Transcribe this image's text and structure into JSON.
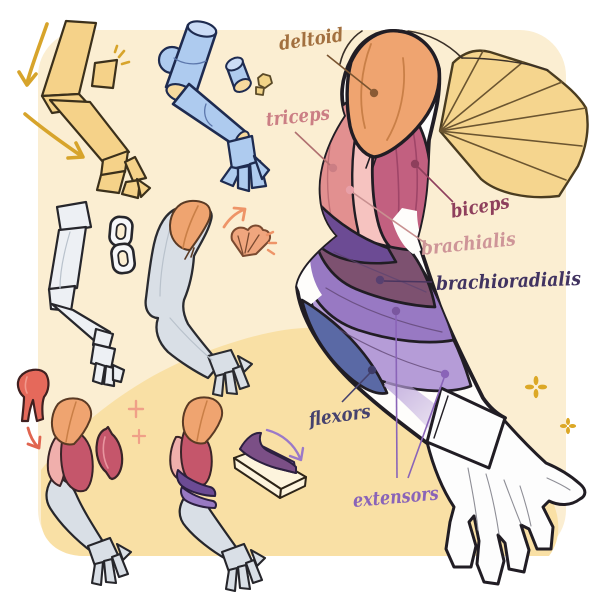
{
  "figure": {
    "type": "anatomy-illustration",
    "subject": "arm muscle anatomy drawing tutorial"
  },
  "labels": {
    "deltoid": {
      "text": "deltoid",
      "color": "#a2703f"
    },
    "triceps": {
      "text": "triceps",
      "color": "#cb7e84"
    },
    "biceps": {
      "text": "biceps",
      "color": "#8e3f5c"
    },
    "brachialis": {
      "text": "brachialis",
      "color": "#ce9598"
    },
    "brachioradialis": {
      "text": "brachioradialis",
      "color": "#413361"
    },
    "flexors": {
      "text": "flexors",
      "color": "#46426e"
    },
    "extensors": {
      "text": "extensors",
      "color": "#8a64b8"
    }
  },
  "palette": {
    "page": "#ffffff",
    "cream_panel": "#fbeed2",
    "yellow_wash": "#f9e0a5",
    "gold_accent": "#d7a42b",
    "yellow_block": "#f5d289",
    "blue_block": "#aecbef",
    "grey_block": "#d9dfe6",
    "deltoid_orange": "#efa470",
    "triceps_salmon": "#e29090",
    "brachialis_pink": "#f6c3c0",
    "biceps_rose": "#c26080",
    "plum": "#7d5170",
    "purple_dark": "#6c4b94",
    "purple_mid": "#9879c3",
    "lavender": "#b59cd7",
    "flexor_blue": "#5a69a5",
    "red_muscle": "#e5695b",
    "ink": "#211d24"
  }
}
